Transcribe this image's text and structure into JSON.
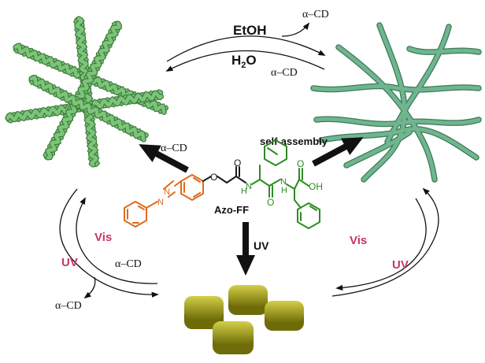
{
  "colors": {
    "rope_fill": "#7cc47a",
    "rope_edge": "#3f7d3c",
    "fiber": "#6fb58f",
    "fiber_edge": "#3e7a5a",
    "azo": "#e06a1c",
    "ff": "#2e8b22",
    "label_pink": "#c8336b",
    "block": "#8c8a12",
    "block_light": "#bdb83a",
    "arrow": "#111111"
  },
  "labels": {
    "etoh": "EtOH",
    "h2o": "H",
    "h2o_sub": "2",
    "h2o_o": "O",
    "acd_top_right": "α–CD",
    "acd_h2o": "α–CD",
    "acd_left_arrow": "α–CD",
    "self_assembly": "self-assembly",
    "uv_center": "UV",
    "vis_left": "Vis",
    "uv_left": "UV",
    "acd_left_loop": "α–CD",
    "acd_left_out": "α–CD",
    "vis_right": "Vis",
    "uv_right": "UV",
    "molecule_name": "Azo-FF",
    "atom_o_ether": "O",
    "atom_o_carbonyl1": "O",
    "atom_o_carbonyl2": "O",
    "atom_nh1": "N",
    "atom_h1": "H",
    "atom_nh2": "N",
    "atom_h2": "H",
    "atom_n_azo1": "N",
    "atom_n_azo2": "N",
    "atom_oh": "OH",
    "atom_o_acid": "O"
  }
}
